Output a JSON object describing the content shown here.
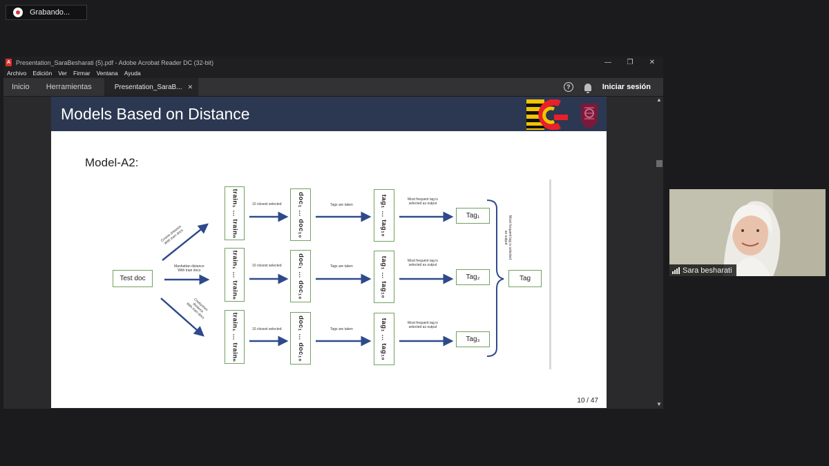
{
  "recording": {
    "label": "Grabando..."
  },
  "window": {
    "title": "Presentation_SaraBesharati (5).pdf - Adobe Acrobat Reader DC (32-bit)",
    "controls": [
      "—",
      "❐",
      "✕"
    ],
    "menu": [
      "Archivo",
      "Edición",
      "Ver",
      "Firmar",
      "Ventana",
      "Ayuda"
    ],
    "tabs": {
      "home": "Inicio",
      "tools": "Herramientas",
      "doc": "Presentation_SaraB...",
      "close": "✕"
    },
    "help": "?",
    "signin": "Iniciar sesión"
  },
  "slide": {
    "title": "Models Based on Distance",
    "model": "Model-A2:",
    "page": "10 / 47",
    "test_doc": "Test doc",
    "distances": [
      {
        "line1": "Cosine distance",
        "line2": "With train docs"
      },
      {
        "line1": "Manhattan distance",
        "line2": "With train docs"
      },
      {
        "line1": "Chebyshev",
        "line2": "distance",
        "line3": "With train docs"
      }
    ],
    "train_box": "train₁ … trainₙ",
    "selected_label": "10 closest selected",
    "doc_box": "doc₁ … doc₁₀",
    "tags_taken_label": "Tags are taken",
    "tag_box": "tag₁ … tag₁₀",
    "freq_label_1": "Most frequent tag is",
    "freq_label_2": "selected as output",
    "tags_out": [
      "Tag₁",
      "Tag₂",
      "Tag₃"
    ],
    "final_label": "Most frequent tag is selected as output",
    "final_tag": "Tag"
  },
  "webcam": {
    "name": "Sara besharati"
  },
  "colors": {
    "header": "#2c3851",
    "arrow": "#2e4a8c",
    "box_border": "#70a060"
  }
}
